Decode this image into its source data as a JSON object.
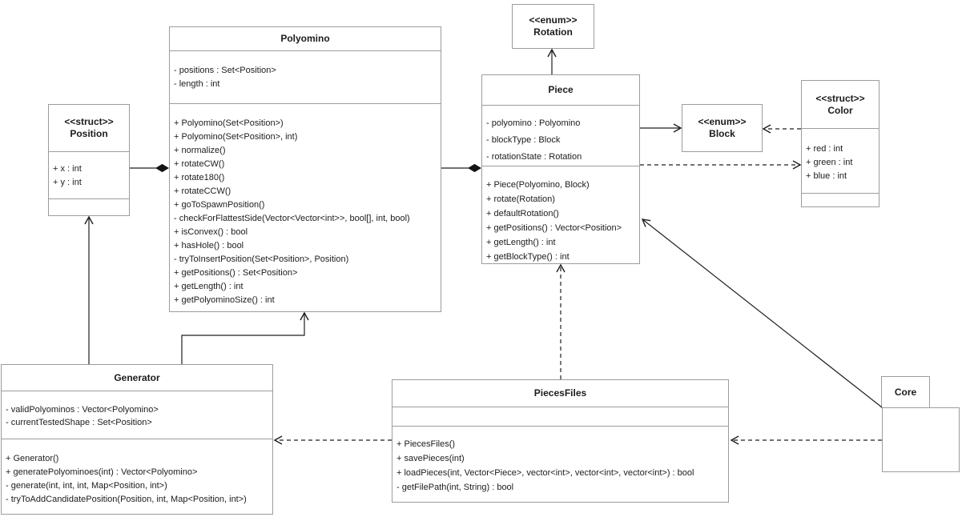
{
  "classes": {
    "position": {
      "stereotype": "<<struct>>",
      "name": "Position",
      "attributes": [
        "+ x : int",
        "+ y : int"
      ],
      "methods": []
    },
    "polyomino": {
      "name": "Polyomino",
      "attributes": [
        "- positions : Set<Position>",
        "- length : int"
      ],
      "methods": [
        "+ Polyomino(Set<Position>)",
        "+ Polyomino(Set<Position>, int)",
        "+ normalize()",
        "+ rotateCW()",
        "+ rotate180()",
        "+ rotateCCW()",
        "+ goToSpawnPosition()",
        "- checkForFlattestSide(Vector<Vector<int>>, bool[], int, bool)",
        "+ isConvex() : bool",
        "+ hasHole() : bool",
        "- tryToInsertPosition(Set<Position>, Position)",
        "+ getPositions() : Set<Position>",
        "+ getLength() : int",
        "+ getPolyominoSize() : int"
      ]
    },
    "rotation": {
      "stereotype": "<<enum>>",
      "name": "Rotation"
    },
    "piece": {
      "name": "Piece",
      "attributes": [
        "- polyomino : Polyomino",
        "- blockType : Block",
        "- rotationState : Rotation"
      ],
      "methods": [
        "+ Piece(Polyomino, Block)",
        "+ rotate(Rotation)",
        "+ defaultRotation()",
        "+ getPositions() : Vector<Position>",
        "+ getLength() : int",
        "+ getBlockType() : int"
      ]
    },
    "block": {
      "stereotype": "<<enum>>",
      "name": "Block"
    },
    "color": {
      "stereotype": "<<struct>>",
      "name": "Color",
      "attributes": [
        "+ red : int",
        "+ green : int",
        "+ blue : int"
      ],
      "methods": []
    },
    "generator": {
      "name": "Generator",
      "attributes": [
        "- validPolyominos : Vector<Polyomino>",
        "- currentTestedShape : Set<Position>"
      ],
      "methods": [
        "+ Generator()",
        "+ generatePolyominoes(int) : Vector<Polyomino>",
        "- generate(int, int, int, Map<Position, int>)",
        "- tryToAddCandidatePosition(Position, int, Map<Position, int>)"
      ]
    },
    "piecesfiles": {
      "name": "PiecesFiles",
      "attributes": [],
      "methods": [
        "+ PiecesFiles()",
        "+ savePieces(int)",
        "+ loadPieces(int, Vector<Piece>, vector<int>, vector<int>, vector<int>) : bool",
        "- getFilePath(int, String) : bool"
      ]
    },
    "core": {
      "name": "Core",
      "kind": "package"
    }
  },
  "relationships": [
    {
      "from": "Polyomino",
      "to": "Position",
      "type": "composition",
      "line": "solid",
      "marker": "filled-diamond-at-Polyomino"
    },
    {
      "from": "Piece",
      "to": "Polyomino",
      "type": "composition",
      "line": "solid",
      "marker": "filled-diamond-at-Piece"
    },
    {
      "from": "Piece",
      "to": "Rotation",
      "type": "association",
      "line": "solid",
      "marker": "open-arrow-at-Rotation"
    },
    {
      "from": "Piece",
      "to": "Block",
      "type": "association",
      "line": "solid",
      "marker": "open-arrow-at-Block"
    },
    {
      "from": "Color",
      "to": "Block",
      "type": "dependency",
      "line": "dashed",
      "marker": "open-arrow-at-Block"
    },
    {
      "from": "Piece",
      "to": "Color",
      "type": "dependency",
      "line": "dashed",
      "marker": "open-arrow-at-Color"
    },
    {
      "from": "Generator",
      "to": "Position",
      "type": "association",
      "line": "solid",
      "marker": "open-arrow-at-Position"
    },
    {
      "from": "Generator",
      "to": "Polyomino",
      "type": "association",
      "line": "solid",
      "marker": "open-arrow-at-Polyomino"
    },
    {
      "from": "PiecesFiles",
      "to": "Piece",
      "type": "dependency",
      "line": "dashed",
      "marker": "open-arrow-at-Piece"
    },
    {
      "from": "PiecesFiles",
      "to": "Generator",
      "type": "dependency",
      "line": "dashed",
      "marker": "open-arrow-at-Generator"
    },
    {
      "from": "Core",
      "to": "PiecesFiles",
      "type": "dependency",
      "line": "dashed",
      "marker": "open-arrow-at-PiecesFiles"
    },
    {
      "from": "Core",
      "to": "Piece",
      "type": "association",
      "line": "solid",
      "marker": "open-arrow-at-Piece"
    }
  ],
  "colors": {
    "background": "#ffffff",
    "box_border": "#9c9c9c",
    "text": "#1c1c1c",
    "edge_line": "#1f1f1f"
  }
}
